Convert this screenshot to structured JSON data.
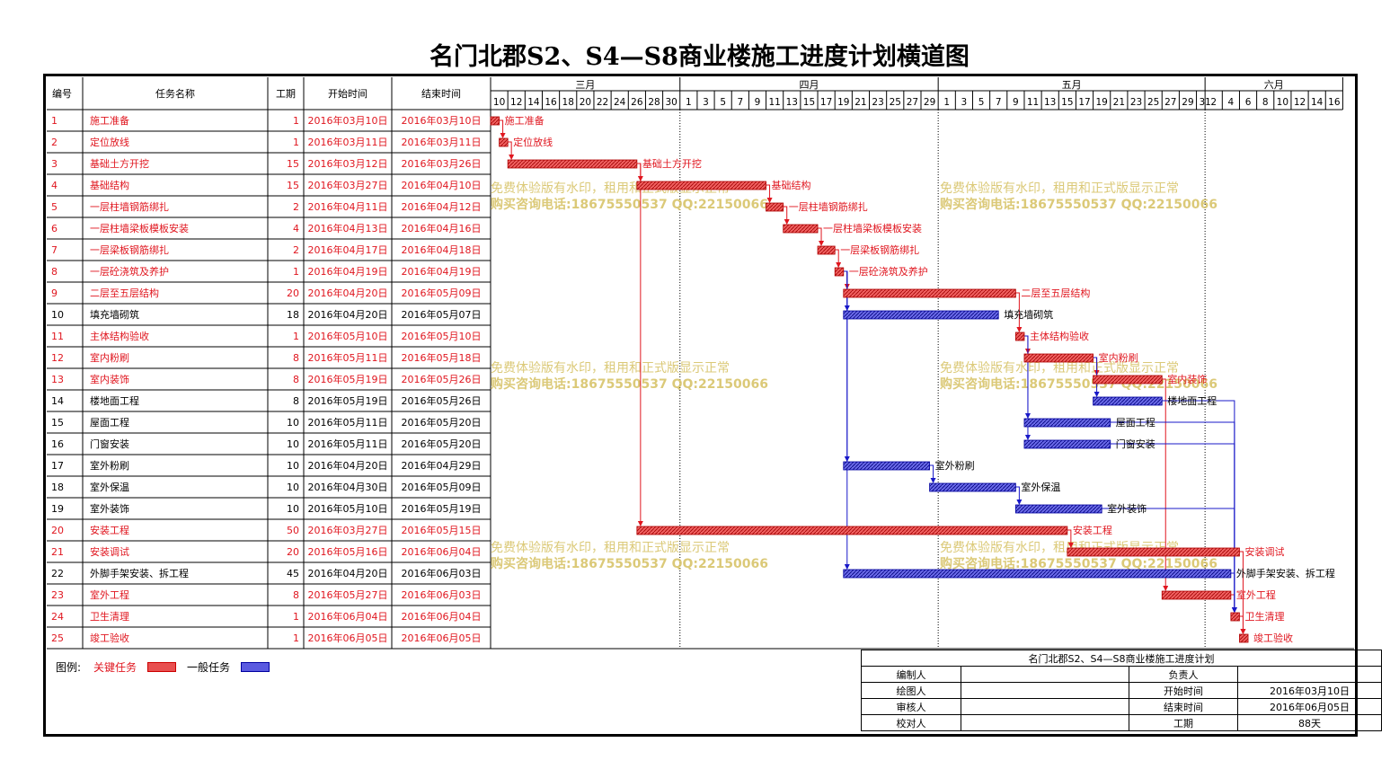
{
  "title": "名门北郡S2、S4—S8商业楼施工进度计划横道图",
  "colors": {
    "critical": "#e0161f",
    "general": "#1818c8",
    "watermark": "#d8c46a"
  },
  "columns": {
    "id": "编号",
    "name": "任务名称",
    "duration": "工期",
    "start": "开始时间",
    "end": "结束时间"
  },
  "months": [
    {
      "label": "三月",
      "days": [
        "10",
        "12",
        "14",
        "16",
        "18",
        "20",
        "22",
        "24",
        "26",
        "28",
        "30"
      ]
    },
    {
      "label": "四月",
      "days": [
        "1",
        "3",
        "5",
        "7",
        "9",
        "11",
        "13",
        "15",
        "17",
        "19",
        "21",
        "23",
        "25",
        "27",
        "29"
      ]
    },
    {
      "label": "五月",
      "days": [
        "1",
        "3",
        "5",
        "7",
        "9",
        "11",
        "13",
        "15",
        "17",
        "19",
        "21",
        "23",
        "25",
        "27",
        "29",
        "31"
      ]
    },
    {
      "label": "六月",
      "days": [
        "2",
        "4",
        "6",
        "8",
        "10",
        "12",
        "14",
        "16"
      ]
    }
  ],
  "tasks": [
    {
      "id": "1",
      "name": "施工准备",
      "duration": "1",
      "start": "2016年03月10日",
      "end": "2016年03月10日",
      "critical": true,
      "predecessors": []
    },
    {
      "id": "2",
      "name": "定位放线",
      "duration": "1",
      "start": "2016年03月11日",
      "end": "2016年03月11日",
      "critical": true,
      "predecessors": [
        1
      ]
    },
    {
      "id": "3",
      "name": "基础土方开挖",
      "duration": "15",
      "start": "2016年03月12日",
      "end": "2016年03月26日",
      "critical": true,
      "predecessors": [
        2
      ]
    },
    {
      "id": "4",
      "name": "基础结构",
      "duration": "15",
      "start": "2016年03月27日",
      "end": "2016年04月10日",
      "critical": true,
      "predecessors": [
        3
      ]
    },
    {
      "id": "5",
      "name": "一层柱墙钢筋绑扎",
      "duration": "2",
      "start": "2016年04月11日",
      "end": "2016年04月12日",
      "critical": true,
      "predecessors": [
        4
      ]
    },
    {
      "id": "6",
      "name": "一层柱墙梁板模板安装",
      "duration": "4",
      "start": "2016年04月13日",
      "end": "2016年04月16日",
      "critical": true,
      "predecessors": [
        5
      ]
    },
    {
      "id": "7",
      "name": "一层梁板钢筋绑扎",
      "duration": "2",
      "start": "2016年04月17日",
      "end": "2016年04月18日",
      "critical": true,
      "predecessors": [
        6
      ]
    },
    {
      "id": "8",
      "name": "一层砼浇筑及养护",
      "duration": "1",
      "start": "2016年04月19日",
      "end": "2016年04月19日",
      "critical": true,
      "predecessors": [
        7
      ]
    },
    {
      "id": "9",
      "name": "二层至五层结构",
      "duration": "20",
      "start": "2016年04月20日",
      "end": "2016年05月09日",
      "critical": true,
      "predecessors": [
        8
      ]
    },
    {
      "id": "10",
      "name": "填充墙砌筑",
      "duration": "18",
      "start": "2016年04月20日",
      "end": "2016年05月07日",
      "critical": false,
      "predecessors": [
        8
      ]
    },
    {
      "id": "11",
      "name": "主体结构验收",
      "duration": "1",
      "start": "2016年05月10日",
      "end": "2016年05月10日",
      "critical": true,
      "predecessors": [
        9
      ]
    },
    {
      "id": "12",
      "name": "室内粉刷",
      "duration": "8",
      "start": "2016年05月11日",
      "end": "2016年05月18日",
      "critical": true,
      "predecessors": [
        11
      ]
    },
    {
      "id": "13",
      "name": "室内装饰",
      "duration": "8",
      "start": "2016年05月19日",
      "end": "2016年05月26日",
      "critical": true,
      "predecessors": [
        12
      ]
    },
    {
      "id": "14",
      "name": "楼地面工程",
      "duration": "8",
      "start": "2016年05月19日",
      "end": "2016年05月26日",
      "critical": false,
      "predecessors": [
        12
      ]
    },
    {
      "id": "15",
      "name": "屋面工程",
      "duration": "10",
      "start": "2016年05月11日",
      "end": "2016年05月20日",
      "critical": false,
      "predecessors": [
        11
      ]
    },
    {
      "id": "16",
      "name": "门窗安装",
      "duration": "10",
      "start": "2016年05月11日",
      "end": "2016年05月20日",
      "critical": false,
      "predecessors": [
        11
      ]
    },
    {
      "id": "17",
      "name": "室外粉刷",
      "duration": "10",
      "start": "2016年04月20日",
      "end": "2016年04月29日",
      "critical": false,
      "predecessors": [
        8
      ]
    },
    {
      "id": "18",
      "name": "室外保温",
      "duration": "10",
      "start": "2016年04月30日",
      "end": "2016年05月09日",
      "critical": false,
      "predecessors": [
        17
      ]
    },
    {
      "id": "19",
      "name": "室外装饰",
      "duration": "10",
      "start": "2016年05月10日",
      "end": "2016年05月19日",
      "critical": false,
      "predecessors": [
        18
      ]
    },
    {
      "id": "20",
      "name": "安装工程",
      "duration": "50",
      "start": "2016年03月27日",
      "end": "2016年05月15日",
      "critical": true,
      "predecessors": [
        3
      ]
    },
    {
      "id": "21",
      "name": "安装调试",
      "duration": "20",
      "start": "2016年05月16日",
      "end": "2016年06月04日",
      "critical": true,
      "predecessors": [
        20
      ]
    },
    {
      "id": "22",
      "name": "外脚手架安装、拆工程",
      "duration": "45",
      "start": "2016年04月20日",
      "end": "2016年06月03日",
      "critical": false,
      "predecessors": [
        8
      ]
    },
    {
      "id": "23",
      "name": "室外工程",
      "duration": "8",
      "start": "2016年05月27日",
      "end": "2016年06月03日",
      "critical": true,
      "predecessors": [
        13
      ]
    },
    {
      "id": "24",
      "name": "卫生清理",
      "duration": "1",
      "start": "2016年06月04日",
      "end": "2016年06月04日",
      "critical": true,
      "predecessors": [
        23,
        14,
        15,
        16,
        19,
        22
      ]
    },
    {
      "id": "25",
      "name": "竣工验收",
      "duration": "1",
      "start": "2016年06月05日",
      "end": "2016年06月05日",
      "critical": true,
      "predecessors": [
        24,
        21
      ]
    }
  ],
  "watermark": [
    "免费体验版有水印，租用和正式版显示正常",
    "购买咨询电话:18675550537 QQ:22150066"
  ],
  "legend": {
    "label": "图例:",
    "critical": "关键任务",
    "general": "一般任务"
  },
  "info": {
    "title": "名门北郡S2、S4—S8商业楼施工进度计划",
    "editor": "编制人",
    "owner": "负责人",
    "drawer": "绘图人",
    "start_label": "开始时间",
    "start_value": "2016年03月10日",
    "reviewer": "审核人",
    "end_label": "结束时间",
    "end_value": "2016年06月05日",
    "checker": "校对人",
    "duration_label": "工期",
    "duration_value": "88天"
  },
  "chart_data": {
    "type": "gantt",
    "title": "名门北郡S2、S4—S8商业楼施工进度计划横道图",
    "x_range": [
      "2016-03-10",
      "2016-06-16"
    ],
    "series": [
      {
        "name": "关键任务",
        "tasks": [
          "1",
          "2",
          "3",
          "4",
          "5",
          "6",
          "7",
          "8",
          "9",
          "11",
          "12",
          "13",
          "20",
          "21",
          "23",
          "24",
          "25"
        ]
      },
      {
        "name": "一般任务",
        "tasks": [
          "10",
          "14",
          "15",
          "16",
          "17",
          "18",
          "19",
          "22"
        ]
      }
    ],
    "legend_position": "bottom-left",
    "grid": true
  }
}
